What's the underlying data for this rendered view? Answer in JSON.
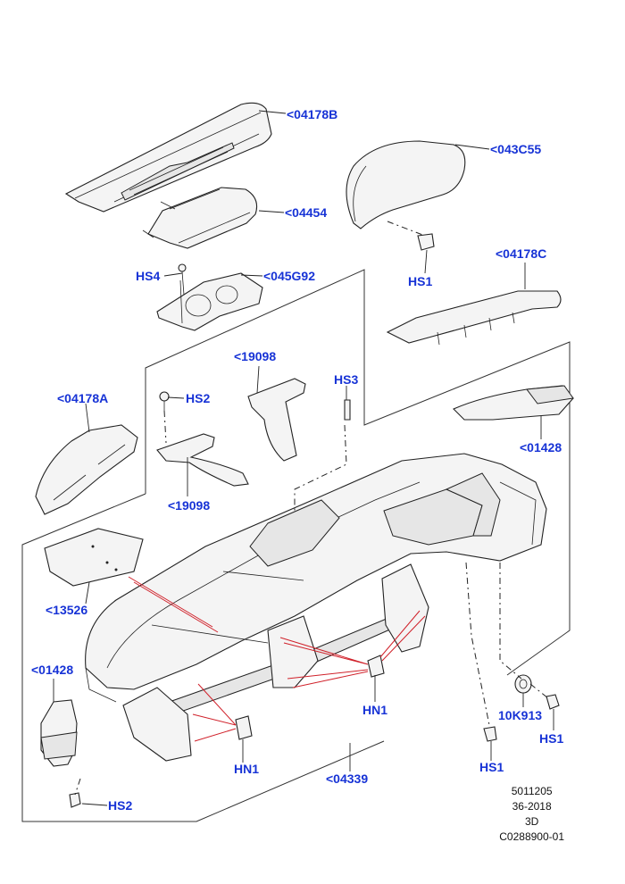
{
  "parts": {
    "p04178B": "<04178B",
    "p043C55": "<043C55",
    "p04454": "<04454",
    "p04178C": "<04178C",
    "hs4": "HS4",
    "p045G92": "<045G92",
    "hs1_top": "HS1",
    "p19098_top": "<19098",
    "hs3": "HS3",
    "p04178A": "<04178A",
    "hs2_top": "HS2",
    "p01428_right": "<01428",
    "p19098_bottom": "<19098",
    "p13526": "<13526",
    "p01428_left": "<01428",
    "hn1_right": "HN1",
    "p10K913": "10K913",
    "hs1_right": "HS1",
    "hn1_bottom": "HN1",
    "p04339": "<04339",
    "hs1_bottom": "HS1",
    "hs2_bottom": "HS2"
  },
  "reference": {
    "line1": "5011205",
    "line2": "36-2018",
    "line3": "3D",
    "line4": "C0288900-01"
  },
  "colors": {
    "label": "#1733d6",
    "callout": "#d0212a"
  }
}
